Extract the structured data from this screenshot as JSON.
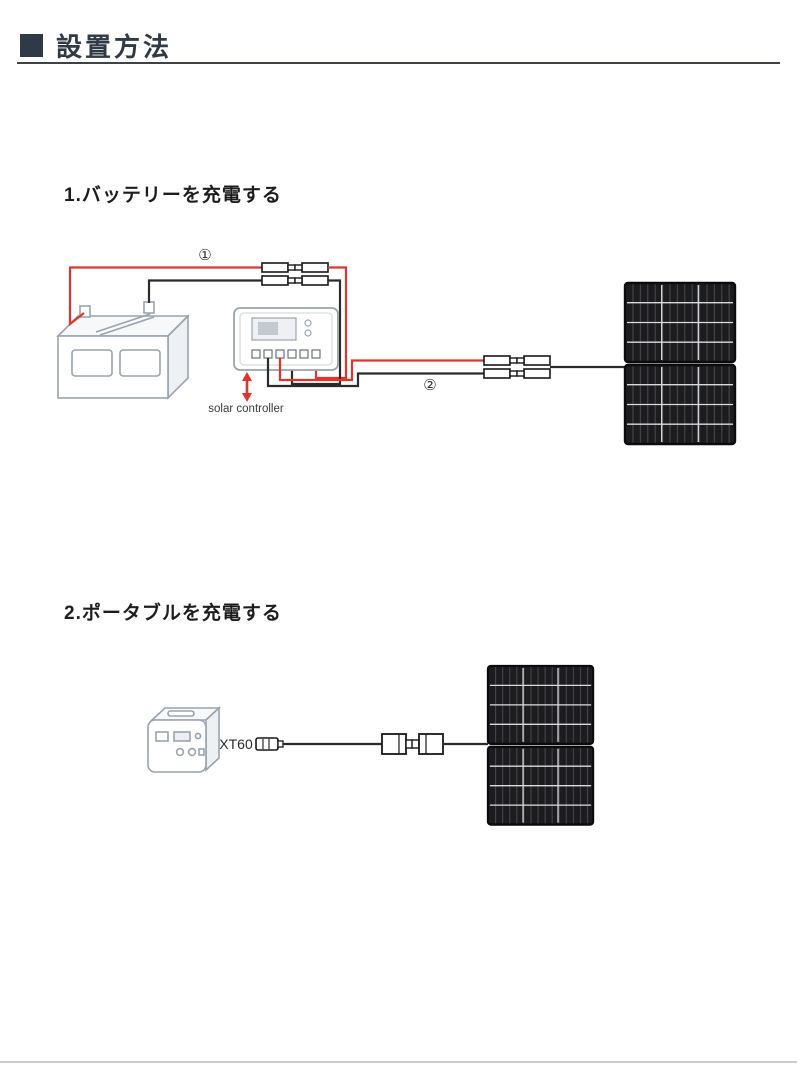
{
  "header": {
    "title": "設置方法"
  },
  "sections": [
    {
      "title": "1.バッテリーを充電する"
    },
    {
      "title": "2.ポータブルを充電する"
    }
  ],
  "diagram1": {
    "wire_label_1": "①",
    "wire_label_2": "②",
    "controller_label": "solar controller"
  },
  "diagram2": {
    "connector_label": "XT60"
  },
  "colors": {
    "heading": "#2f3a46",
    "wire_red": "#e0342e",
    "wire_black": "#2b2b2b",
    "outline_gray": "#9aa3ad",
    "panel_dark": "#1c1c1f"
  }
}
